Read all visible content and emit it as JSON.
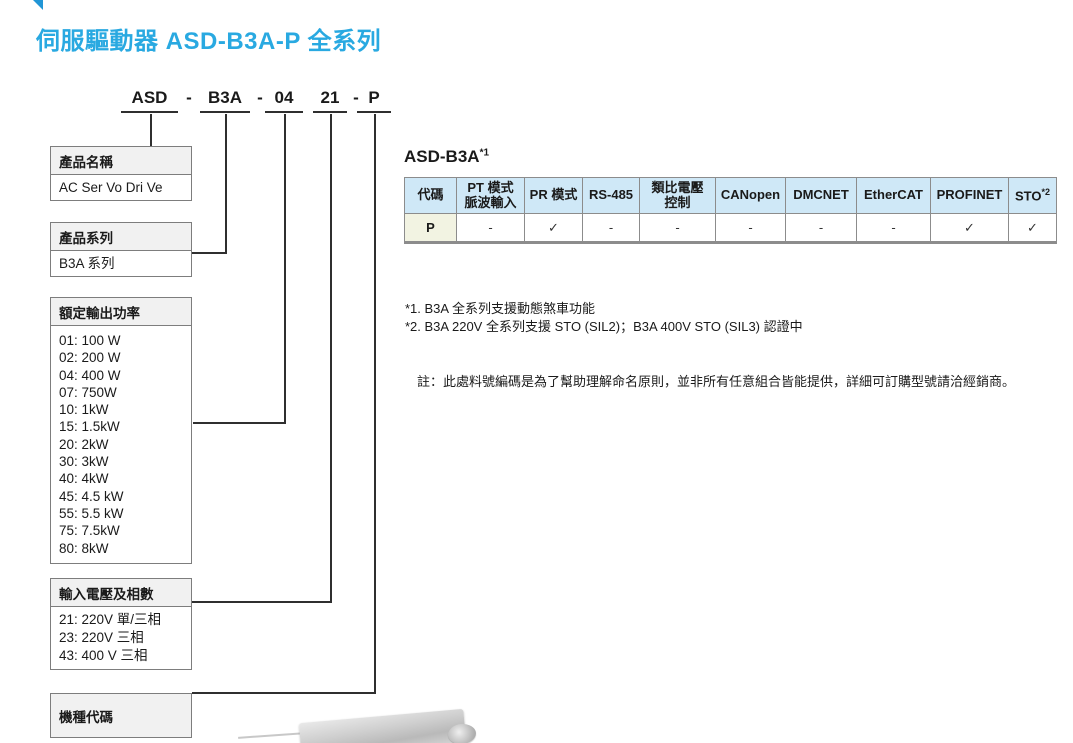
{
  "page": {
    "title": "伺服驅動器 ASD-B3A-P 全系列",
    "accent_color": "#29a9e1"
  },
  "model_code": {
    "segments": [
      "ASD",
      "B3A",
      "04",
      "21",
      "P"
    ],
    "dash": "-"
  },
  "boxes": [
    {
      "header": "產品名稱",
      "lines": [
        "AC Ser Vo Dri Ve"
      ]
    },
    {
      "header": "產品系列",
      "lines": [
        "B3A 系列"
      ]
    },
    {
      "header": "額定輸出功率",
      "lines": [
        "01: 100 W",
        "02: 200 W",
        "04: 400 W",
        "07: 750W",
        "10: 1kW",
        "15: 1.5kW",
        "20: 2kW",
        "30: 3kW",
        "40: 4kW",
        "45: 4.5 kW",
        "55: 5.5 kW",
        "75: 7.5kW",
        "80: 8kW"
      ]
    },
    {
      "header": "輸入電壓及相數",
      "lines": [
        "21: 220V 單/三相",
        "23: 220V 三相",
        "43: 400 V 三相"
      ]
    },
    {
      "header": "機種代碼",
      "lines": []
    }
  ],
  "table": {
    "title": "ASD-B3A",
    "title_sup": "*1",
    "header_color": "#cfe8f7",
    "code_cell_color": "#f2f3e2",
    "headers": [
      "代碼",
      "PT 模式\n脈波輸入",
      "PR 模式",
      "RS-485",
      "類比電壓\n控制",
      "CANopen",
      "DMCNET",
      "EtherCAT",
      "PROFINET",
      "STO"
    ],
    "sto_sup": "*2",
    "row": [
      "P",
      "-",
      "✓",
      "-",
      "-",
      "-",
      "-",
      "-",
      "✓",
      "✓"
    ]
  },
  "footnotes": [
    "*1. B3A 全系列支援動態煞車功能",
    "*2. B3A 220V 全系列支援 STO (SIL2)；B3A 400V STO (SIL3) 認證中"
  ],
  "note": "註：此處料號編碼是為了幫助理解命名原則，並非所有任意組合皆能提供，詳細可訂購型號請洽經銷商。"
}
